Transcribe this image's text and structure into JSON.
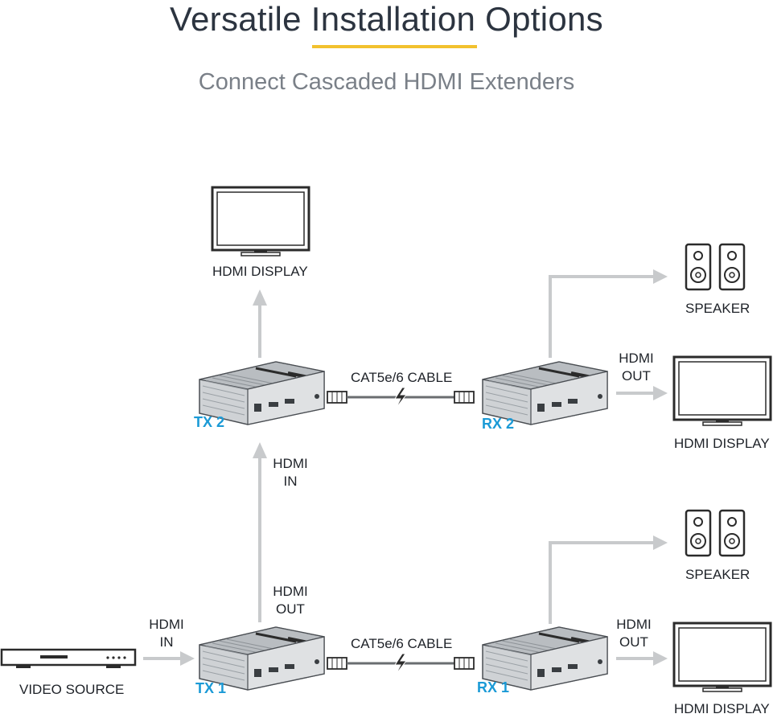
{
  "header": {
    "title": "Versatile Installation Options",
    "subtitle": "Connect Cascaded HDMI Extenders"
  },
  "colors": {
    "accent_line": "#f2c12e",
    "device_label": "#1b9ad6",
    "arrow": "#c8cacc"
  },
  "labels": {
    "hdmi_display_top": "HDMI DISPLAY",
    "speaker_top": "SPEAKER",
    "hdmi_out_rx2_line1": "HDMI",
    "hdmi_out_rx2_line2": "OUT",
    "hdmi_display_rx2": "HDMI DISPLAY",
    "cable_top": "CAT5e/6 CABLE",
    "tx2": "TX 2",
    "rx2": "RX 2",
    "hdmi_in_tx2_line1": "HDMI",
    "hdmi_in_tx2_line2": "IN",
    "speaker_bottom": "SPEAKER",
    "hdmi_out_tx1_line1": "HDMI",
    "hdmi_out_tx1_line2": "OUT",
    "hdmi_in_src_line1": "HDMI",
    "hdmi_in_src_line2": "IN",
    "hdmi_out_rx1_line1": "HDMI",
    "hdmi_out_rx1_line2": "OUT",
    "cable_bottom": "CAT5e/6 CABLE",
    "video_source": "VIDEO SOURCE",
    "tx1": "TX 1",
    "rx1": "RX 1",
    "hdmi_display_rx1": "HDMI DISPLAY"
  },
  "icons": [
    "tv-icon",
    "speaker-icon",
    "extender-icon",
    "rj45-connector-icon",
    "lightning-icon",
    "dvd-player-icon",
    "arrow-icon"
  ]
}
